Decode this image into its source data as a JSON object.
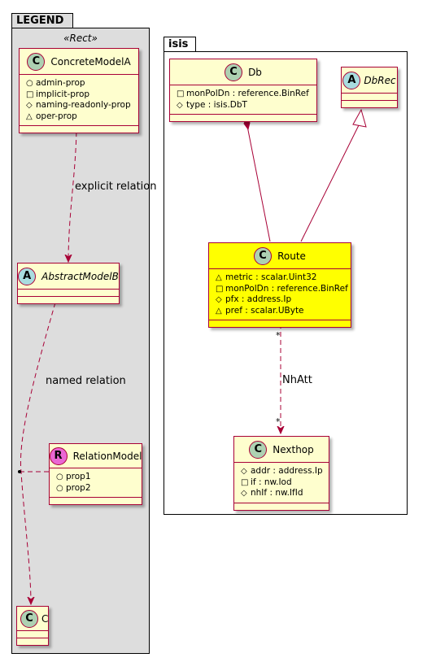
{
  "legend": {
    "title": "LEGEND",
    "stereotype": "«Rect»",
    "concrete": {
      "name": "ConcreteModelA",
      "kind": "C",
      "attrs": [
        {
          "vis": "○",
          "text": "admin-prop"
        },
        {
          "vis": "□",
          "text": "implicit-prop"
        },
        {
          "vis": "◇",
          "text": "naming-readonly-prop"
        },
        {
          "vis": "△",
          "text": "oper-prop"
        }
      ]
    },
    "abstract": {
      "name": "AbstractModelB",
      "kind": "A"
    },
    "relation_model": {
      "name": "RelationModel",
      "kind": "R",
      "attrs": [
        {
          "vis": "○",
          "text": "prop1"
        },
        {
          "vis": "○",
          "text": "prop2"
        }
      ]
    },
    "c_class": {
      "name": "C",
      "kind": "C"
    },
    "explicit_label": "explicit relation",
    "named_label": "named relation"
  },
  "isis": {
    "title": "isis",
    "db": {
      "name": "Db",
      "kind": "C",
      "attrs": [
        {
          "vis": "□",
          "text": "monPolDn : reference.BinRef"
        },
        {
          "vis": "◇",
          "text": "type : isis.DbT"
        }
      ]
    },
    "dbrec": {
      "name": "DbRec",
      "kind": "A"
    },
    "route": {
      "name": "Route",
      "kind": "C",
      "attrs": [
        {
          "vis": "△",
          "text": "metric : scalar.Uint32"
        },
        {
          "vis": "□",
          "text": "monPolDn : reference.BinRef"
        },
        {
          "vis": "◇",
          "text": "pfx : address.Ip"
        },
        {
          "vis": "△",
          "text": "pref : scalar.UByte"
        }
      ]
    },
    "nexthop": {
      "name": "Nexthop",
      "kind": "C",
      "attrs": [
        {
          "vis": "◇",
          "text": "addr : address.Ip"
        },
        {
          "vis": "□",
          "text": "if : nw.Iod"
        },
        {
          "vis": "◇",
          "text": "nhIf : nw.IfId"
        }
      ]
    },
    "relation_label": "NhAtt",
    "mult_source": "*",
    "mult_target": "*"
  },
  "colors": {
    "class_fill": "#fefece",
    "class_border": "#a80036",
    "highlight": "#ffff00",
    "legend_fill": "#dddddd"
  }
}
